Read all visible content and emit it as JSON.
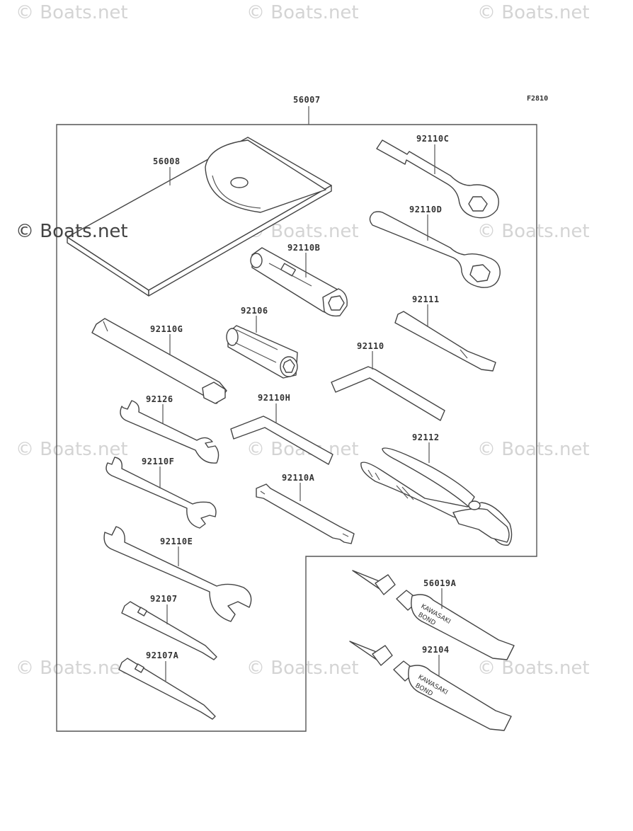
{
  "figure_code": "F2810",
  "watermark": "© Boats.net",
  "tube_brand": "KAWASAKI",
  "tube_product": "BOND",
  "parts": [
    {
      "key": "56007",
      "label": "56007"
    },
    {
      "key": "56008",
      "label": "56008"
    },
    {
      "key": "92110C",
      "label": "92110C"
    },
    {
      "key": "92110D",
      "label": "92110D"
    },
    {
      "key": "92110B",
      "label": "92110B"
    },
    {
      "key": "92106",
      "label": "92106"
    },
    {
      "key": "92111",
      "label": "92111"
    },
    {
      "key": "92110G",
      "label": "92110G"
    },
    {
      "key": "92110",
      "label": "92110"
    },
    {
      "key": "92126",
      "label": "92126"
    },
    {
      "key": "92110H",
      "label": "92110H"
    },
    {
      "key": "92112",
      "label": "92112"
    },
    {
      "key": "92110F",
      "label": "92110F"
    },
    {
      "key": "92110A",
      "label": "92110A"
    },
    {
      "key": "92110E",
      "label": "92110E"
    },
    {
      "key": "56019A",
      "label": "56019A"
    },
    {
      "key": "92107",
      "label": "92107"
    },
    {
      "key": "92104",
      "label": "92104"
    },
    {
      "key": "92107A",
      "label": "92107A"
    }
  ]
}
